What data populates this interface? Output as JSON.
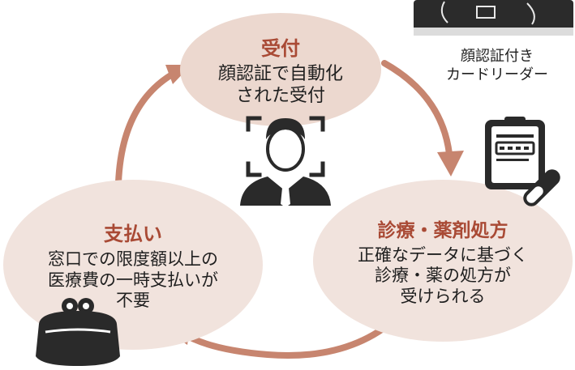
{
  "cycle": {
    "reception": {
      "title": "受付",
      "lines": [
        "顔認証で自動化",
        "された受付"
      ]
    },
    "treatment": {
      "title": "診療・薬剤処方",
      "lines": [
        "正確なデータに基づく",
        "診療・薬の処方が",
        "受けられる"
      ]
    },
    "payment": {
      "title": "支払い",
      "lines": [
        "窓口での限度額以上の",
        "医療費の一時支払いが",
        "不要"
      ]
    }
  },
  "device": {
    "caption_lines": [
      "顔認証付き",
      "カードリーダー"
    ]
  },
  "icons": [
    "face-scan-person-icon",
    "card-reader-device-icon",
    "prescription-with-pill-icon",
    "coin-purse-icon"
  ],
  "colors": {
    "arrow": "#c7856f",
    "title_text": "#a94a35",
    "ellipse_top": "#ecd8cf",
    "ellipse_bottom": "#f1e3dd"
  }
}
